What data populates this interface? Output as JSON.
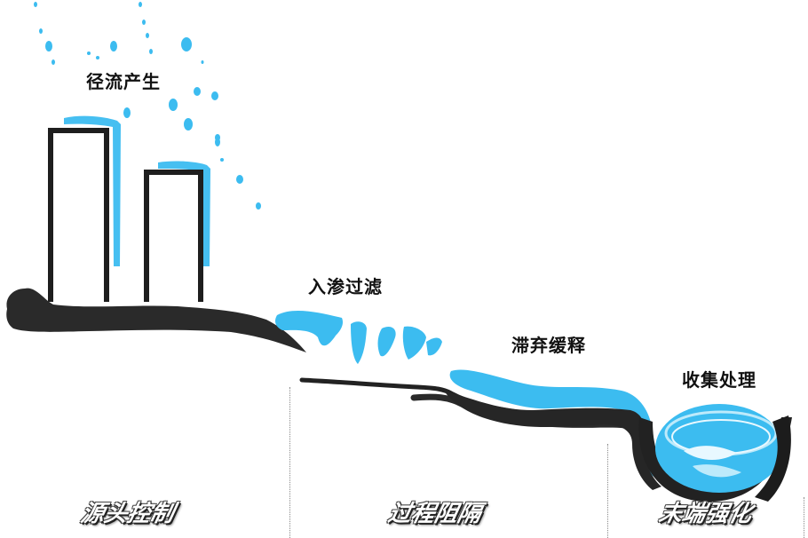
{
  "diagram": {
    "type": "stormwater-management-flow",
    "colors": {
      "water": "#3cbcf0",
      "water_light": "#8fdcf8",
      "ink": "#232323",
      "divider": "#8a8a8a"
    },
    "process_labels": [
      {
        "id": "runoff",
        "text": "径流产生"
      },
      {
        "id": "infiltration",
        "text": "入渗过滤"
      },
      {
        "id": "detention",
        "text": "滞弃缓释"
      },
      {
        "id": "collection",
        "text": "收集处理"
      }
    ],
    "stage_labels": [
      {
        "id": "source",
        "text": "源头控制"
      },
      {
        "id": "process",
        "text": "过程阻隔"
      },
      {
        "id": "end",
        "text": "末端强化"
      }
    ],
    "elements": [
      "rain-drops",
      "tall-building",
      "short-building",
      "ground-slab",
      "infiltration-waves",
      "detention-channel",
      "collection-pool"
    ]
  }
}
